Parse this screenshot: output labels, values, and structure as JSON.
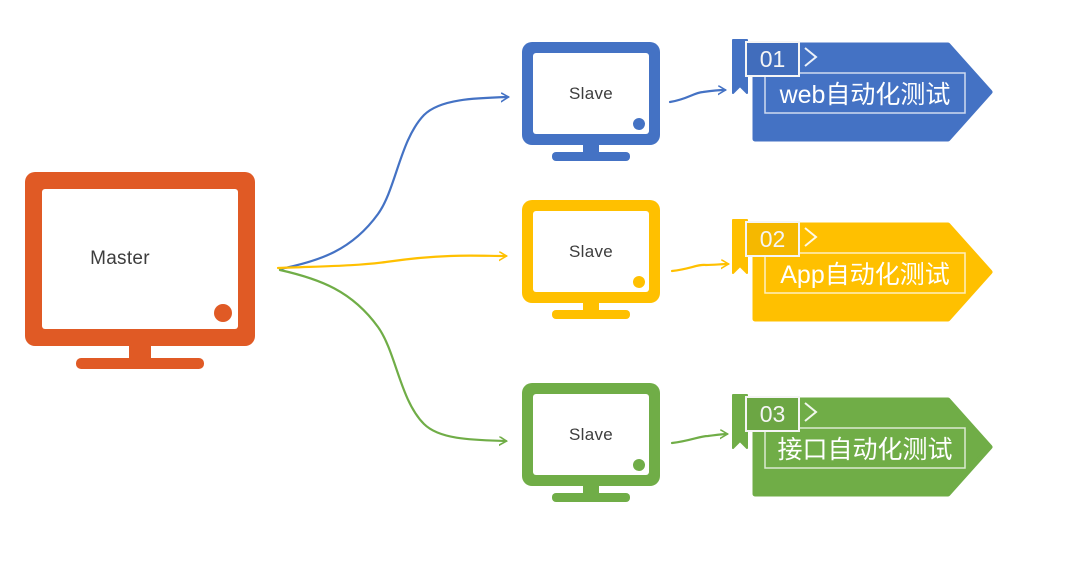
{
  "colors": {
    "orange": "#E05A25",
    "blue": "#4472C4",
    "yellow": "#FFC000",
    "green": "#70AD47",
    "text": "#3D3D3D"
  },
  "master": {
    "label": "Master"
  },
  "slaves": [
    {
      "label": "Slave"
    },
    {
      "label": "Slave"
    },
    {
      "label": "Slave"
    }
  ],
  "banners": [
    {
      "number": "01",
      "label": "web自动化测试"
    },
    {
      "number": "02",
      "label": "App自动化测试"
    },
    {
      "number": "03",
      "label": "接口自动化测试"
    }
  ]
}
